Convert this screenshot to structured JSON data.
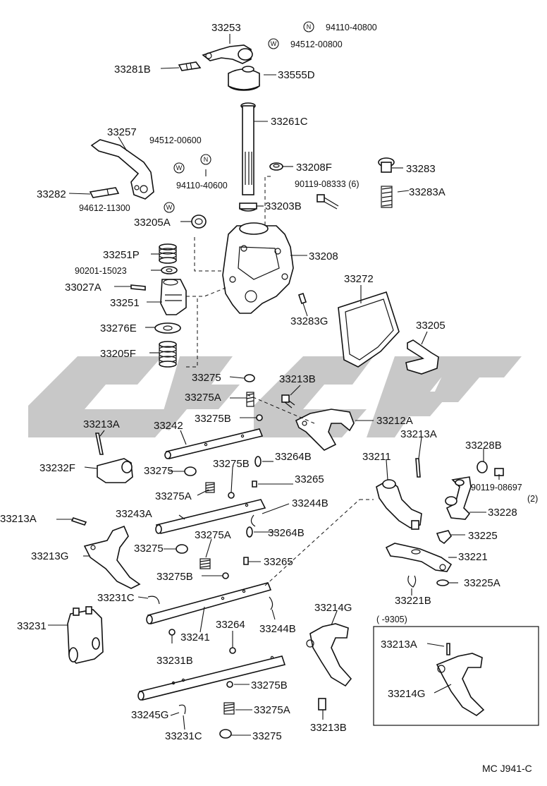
{
  "diagram_code": "MC J941-C",
  "inset_label": "(      -9305)",
  "symbol_n": "N",
  "symbol_w": "W",
  "labels": {
    "p33253": "33253",
    "p94110_40800": "94110-40800",
    "p94512_00800": "94512-00800",
    "p33281B": "33281B",
    "p33555D": "33555D",
    "p33261C": "33261C",
    "p33257": "33257",
    "p94512_00600": "94512-00600",
    "p94110_40600": "94110-40600",
    "p33282": "33282",
    "p94612_11300": "94612-11300",
    "p33208F": "33208F",
    "p33283": "33283",
    "p90119_08333": "90119-08333 (6)",
    "p33283A": "33283A",
    "p33203B": "33203B",
    "p33205A": "33205A",
    "p33208": "33208",
    "p33251P": "33251P",
    "p90201_15023": "90201-15023",
    "p33027A": "33027A",
    "p33251": "33251",
    "p33272": "33272",
    "p33283G": "33283G",
    "p33276E": "33276E",
    "p33205": "33205",
    "p33205F": "33205F",
    "p33275_a": "33275",
    "p33213B_a": "33213B",
    "p33275A_a": "33275A",
    "p33275B_a": "33275B",
    "p33212A": "33212A",
    "p33213A_a": "33213A",
    "p33242": "33242",
    "p33213A_b": "33213A",
    "p33228B": "33228B",
    "p33264B_a": "33264B",
    "p33232F": "33232F",
    "p33275_b": "33275",
    "p33275B_b": "33275B",
    "p33211": "33211",
    "p90119_08697": "90119-08697",
    "p90119_08697_q": "(2)",
    "p33265_a": "33265",
    "p33275A_b": "33275A",
    "p33228": "33228",
    "p33243A": "33243A",
    "p33244B_a": "33244B",
    "p33213A_c": "33213A",
    "p33264B_b": "33264B",
    "p33275A_c": "33275A",
    "p33225": "33225",
    "p33213G": "33213G",
    "p33275_c": "33275",
    "p33221": "33221",
    "p33265_b": "33265",
    "p33275B_c": "33275B",
    "p33225A": "33225A",
    "p33231C_a": "33231C",
    "p33221B": "33221B",
    "p33214G_a": "33214G",
    "p33231": "33231",
    "p33264": "33264",
    "p33244B_b": "33244B",
    "p33241": "33241",
    "p33213A_d": "33213A",
    "p33231B": "33231B",
    "p33214G_b": "33214G",
    "p33275B_d": "33275B",
    "p33245G": "33245G",
    "p33275A_d": "33275A",
    "p33213B_b": "33213B",
    "p33231C_b": "33231C",
    "p33275_d": "33275"
  }
}
